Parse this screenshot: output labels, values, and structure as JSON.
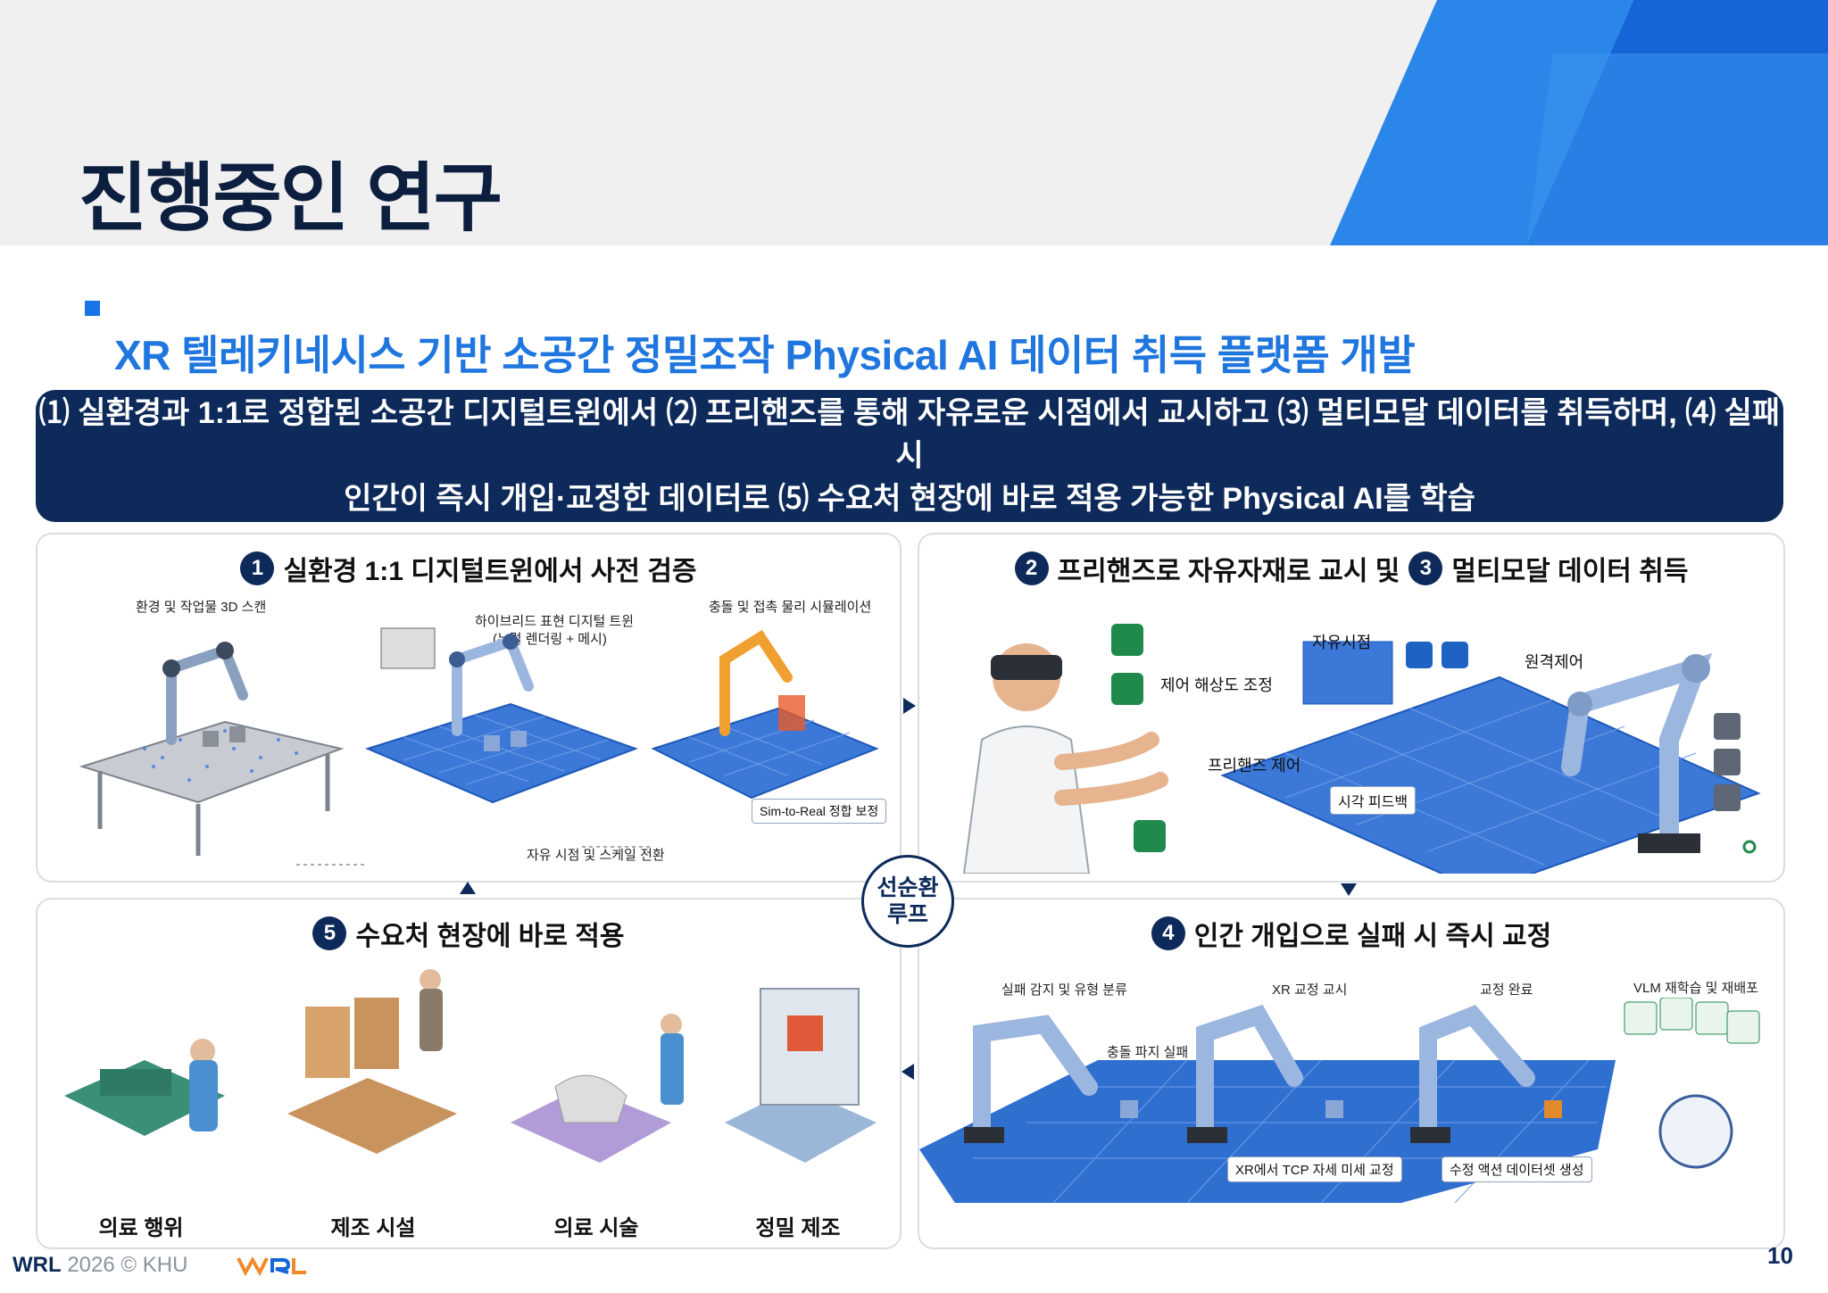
{
  "header": {
    "title": "진행중인 연구"
  },
  "section": {
    "title": "XR 텔레키네시스 기반 소공간 정밀조작 Physical AI 데이터 취득 플랫폼 개발"
  },
  "summary": {
    "line1": "⑴ 실환경과 1:1로 정합된 소공간 디지털트윈에서 ⑵ 프리핸즈를 통해 자유로운 시점에서 교시하고 ⑶ 멀티모달 데이터를 취득하며, ⑷ 실패 시",
    "line2": "인간이 즉시 개입·교정한 데이터로 ⑸ 수요처 현장에 바로 적용 가능한 Physical AI를 학습"
  },
  "panel1": {
    "num": "1",
    "title": "실환경 1:1 디지털트윈에서 사전 검증",
    "caption_scan": "환경 및 작업물 3D 스캔",
    "caption_hybrid": "하이브리드 표현 디지털 트윈",
    "caption_hybrid_sub": "(뉴럴 렌더링 + 메시)",
    "caption_physics": "충돌 및 접촉 물리 시뮬레이션",
    "caption_viewpoint": "자유 시점 및 스케일 전환",
    "caption_sim2real": "Sim-to-Real 정합 보정"
  },
  "panel2": {
    "num_a": "2",
    "title_a": "프리핸즈로 자유자재로 교시 및",
    "num_b": "3",
    "title_b": "멀티모달 데이터 취득",
    "label_resolution": "제어 해상도 조정",
    "label_freehand": "프리핸즈 제어",
    "label_freeview": "자유시점",
    "label_visual_feedback": "시각 피드백",
    "label_remote": "원격제어"
  },
  "panel4": {
    "num": "4",
    "title": "인간 개입으로 실패 시 즉시 교정",
    "caption_detect": "실패 감지 및 유형 분류",
    "caption_collision": "충돌 파지 실패",
    "caption_xr_teach": "XR 교정 교시",
    "caption_done": "교정 완료",
    "caption_vlm": "VLM 재학습 및 재배포",
    "label_tcp": "XR에서 TCP 자세 미세 교정",
    "label_dataset": "수정 액션 데이터셋 생성"
  },
  "panel5": {
    "num": "5",
    "title": "수요처 현장에 바로 적용",
    "sites": [
      "의료 행위",
      "제조 시설",
      "의료 시술",
      "정밀 제조"
    ]
  },
  "loop": {
    "line1": "선순환",
    "line2": "루프"
  },
  "footer": {
    "brand": "WRL",
    "copyright": "2026 © KHU",
    "logo_text": "WRL",
    "page": "10"
  },
  "colors": {
    "navy": "#0d2a5a",
    "accent_blue": "#1f76de",
    "grid_blue": "#2f6fd0"
  }
}
